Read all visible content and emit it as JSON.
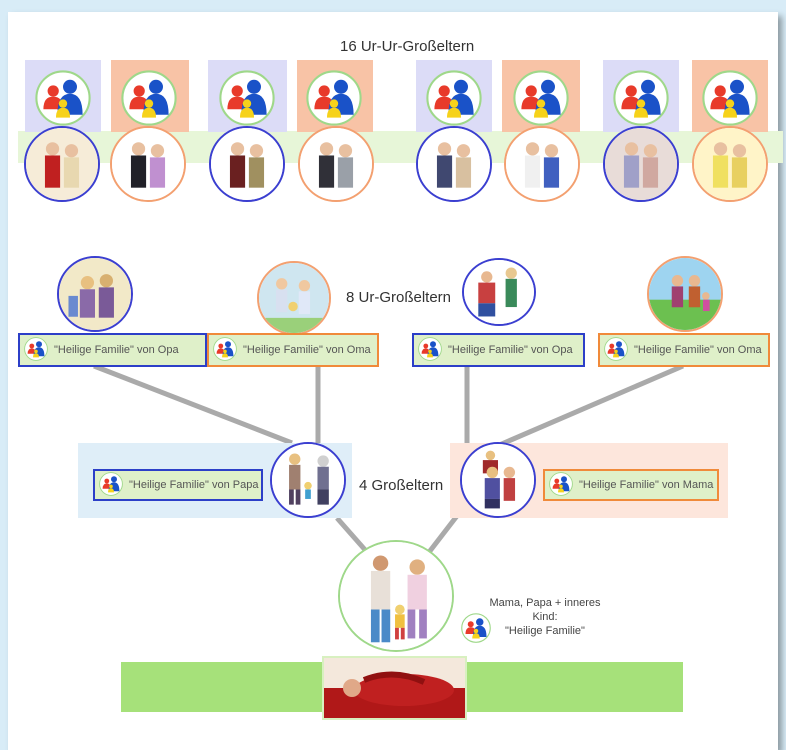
{
  "title": "16 Ur-Ur-Großeltern",
  "gen8_title": "8 Ur-Großeltern",
  "gen4_title": "4 Großeltern",
  "family_boxes": [
    {
      "label": "\"Heilige Familie\" von Opa",
      "side": "blue"
    },
    {
      "label": "\"Heilige Familie\" von Oma",
      "side": "orange"
    },
    {
      "label": "\"Heilige Familie\" von Opa",
      "side": "blue"
    },
    {
      "label": "\"Heilige Familie\" von Oma",
      "side": "orange"
    }
  ],
  "papa_box": {
    "label": "\"Heilige Familie\" von Papa",
    "side": "blue"
  },
  "mama_box": {
    "label": "\"Heilige Familie\" von Mama",
    "side": "orange"
  },
  "note": {
    "line1": "Mama, Papa + inneres Kind:",
    "line2": "\"Heilige Familie\""
  },
  "colors": {
    "blue_side": "#2c3fc8",
    "orange_side": "#f08a3a",
    "green_band": "#a6e17a",
    "light_green": "#e7f6d8",
    "lavender_tile": "#dcdcf7",
    "salmon_tile": "#f8c3a6",
    "connector": "#aaaaaa"
  },
  "icons": [
    "family-icon",
    "couple-illustration",
    "child-illustration"
  ]
}
